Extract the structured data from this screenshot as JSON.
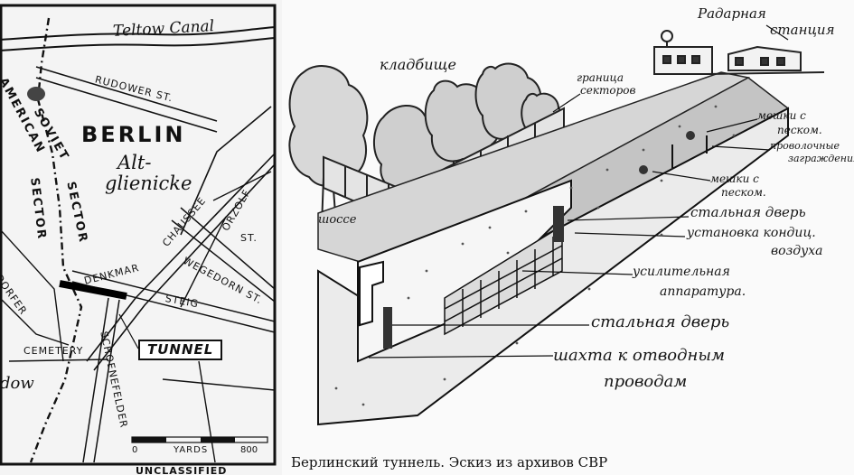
{
  "map": {
    "canal": "Teltow Canal",
    "rudower": "RUDOWER ST.",
    "city": "BERLIN",
    "district_line1": "Alt-",
    "district_line2": "glienicke",
    "soviet": "SOVIET",
    "sector_soviet": "SECTOR",
    "american": "AMERICAN",
    "sector_american": "SECTOR",
    "chaussee": "CHAUSSEE",
    "orzolf": "ORZOLF",
    "st": "ST.",
    "wegedorn": "WEGEDORN ST.",
    "denkmar": "DENKMAR",
    "steig": "STEIG",
    "dorfer": "DORFER",
    "cemetery": "CEMETERY",
    "schoenefelder": "SCHOENEFELDER",
    "tunnel": "TUNNEL",
    "partial_word": "dow",
    "scale_zero": "0",
    "scale_unit": "YARDS",
    "scale_max": "800",
    "stamp_partial": "UNCLASSIFIED"
  },
  "sketch": {
    "cemetery": "кладбище",
    "radar_line1": "Радарная",
    "radar_line2": "станция",
    "border_line1": "граница",
    "border_line2": "секторов",
    "sandbags1_line1": "мешки с",
    "sandbags1_line2": "песком.",
    "wire_line1": "проволочные",
    "wire_line2": "заграждения",
    "sandbags2_line1": "мешки с",
    "sandbags2_line2": "песком.",
    "highway": "шоссе",
    "steel_door1": "стальная дверь",
    "aircon_line1": "установка кондиц.",
    "aircon_line2": "воздуха",
    "amplifier_line1": "усилительная",
    "amplifier_line2": "аппаратура.",
    "steel_door2": "стальная дверь",
    "shaft_line1": "шахта к отводным",
    "shaft_line2": "проводам"
  },
  "caption": "Берлинский туннель. Эскиз из архивов СВР"
}
